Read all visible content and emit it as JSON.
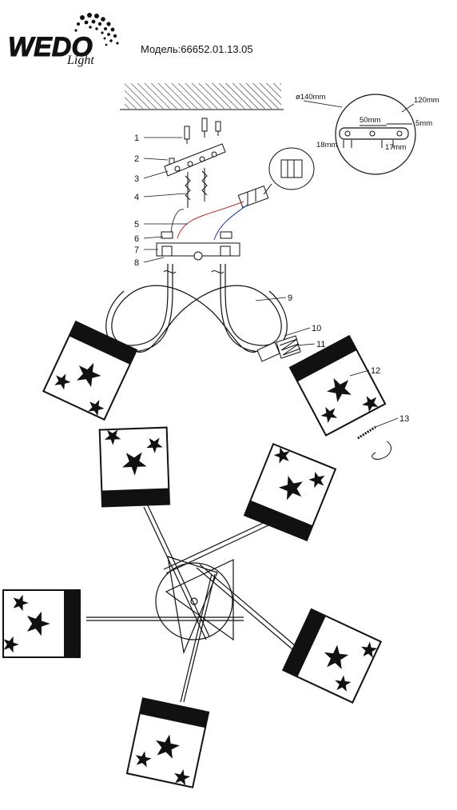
{
  "header": {
    "brand_logo_text": "WEDO",
    "brand_logo_subtext": "Light",
    "model_label": "Модель:66652.01.13.05"
  },
  "part_callouts": [
    "1",
    "2",
    "3",
    "4",
    "5",
    "6",
    "7",
    "8",
    "9",
    "10",
    "11",
    "12",
    "13"
  ],
  "mount_dimensions": {
    "diameter": "ø140mm",
    "width": "120mm",
    "hole_spacing": "50mm",
    "thickness": "5mm",
    "left_offset": "18mm",
    "right_offset": "17mm"
  },
  "icons": [
    "ceiling-hatch-icon",
    "screw-icon",
    "terminal-block-icon",
    "flower-shade-icon"
  ],
  "colors": {
    "ink": "#111111",
    "paper": "#ffffff"
  }
}
